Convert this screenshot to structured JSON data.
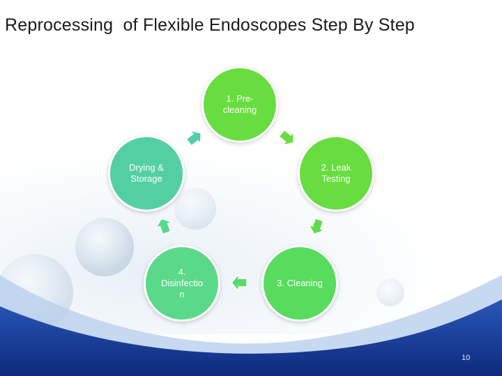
{
  "slide": {
    "title": "Reprocessing  of Flexible Endoscopes Step By Step",
    "page_number": "10"
  },
  "cycle": {
    "steps": [
      {
        "lines": [
          "1. Pre-",
          "cleaning"
        ],
        "color": "#67dd3f"
      },
      {
        "lines": [
          "2. Leak",
          "Testing"
        ],
        "color": "#67dd3f"
      },
      {
        "lines": [
          "3. Cleaning"
        ],
        "color": "#57dc5e"
      },
      {
        "lines": [
          "4.",
          "Disinfectio",
          "n"
        ],
        "color": "#5bd98a"
      },
      {
        "lines": [
          "Drying &",
          "Storage"
        ],
        "color": "#54cfa4"
      }
    ],
    "arrow_colors": [
      "#67dd3f",
      "#5fdc4c",
      "#57dc66",
      "#57d98c",
      "#52cfae"
    ]
  }
}
